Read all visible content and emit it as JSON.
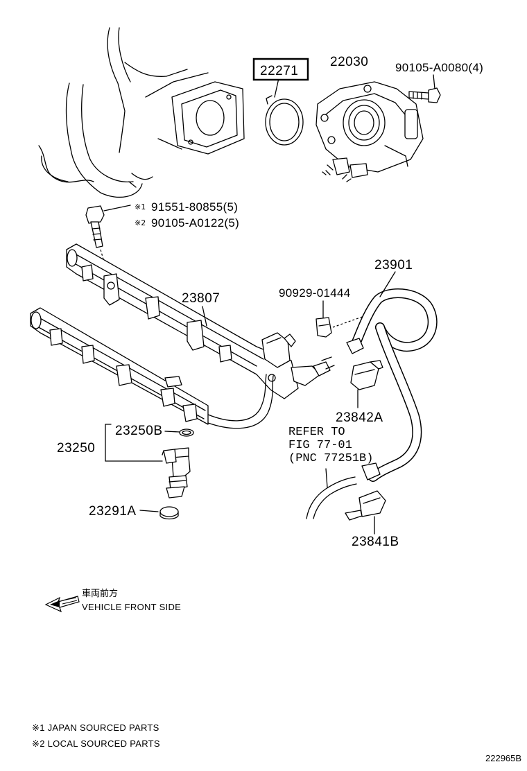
{
  "diagram": {
    "figure_number": "222965B",
    "highlighted_part": "22271",
    "parts": {
      "p22271": "22271",
      "p22030": "22030",
      "p90105a0080": "90105-A0080(4)",
      "p91551": "91551-80855(5)",
      "p90105a0122": "90105-A0122(5)",
      "mark1": "※1",
      "mark2": "※2",
      "p23807": "23807",
      "p90929": "90929-01444",
      "p23901": "23901",
      "p23842a": "23842A",
      "p23250b": "23250B",
      "p23250": "23250",
      "p23291a": "23291A",
      "p23841b": "23841B"
    },
    "refer": {
      "line1": "REFER TO",
      "line2": "FIG 77-01",
      "line3": "(PNC 77251B)"
    },
    "direction": {
      "icon": "left-arrow-icon",
      "label_jp": "車両前方",
      "label_en": "VEHICLE FRONT SIDE"
    },
    "legend": {
      "item1": "※1 JAPAN SOURCED PARTS",
      "item2": "※2 LOCAL SOURCED PARTS"
    }
  }
}
